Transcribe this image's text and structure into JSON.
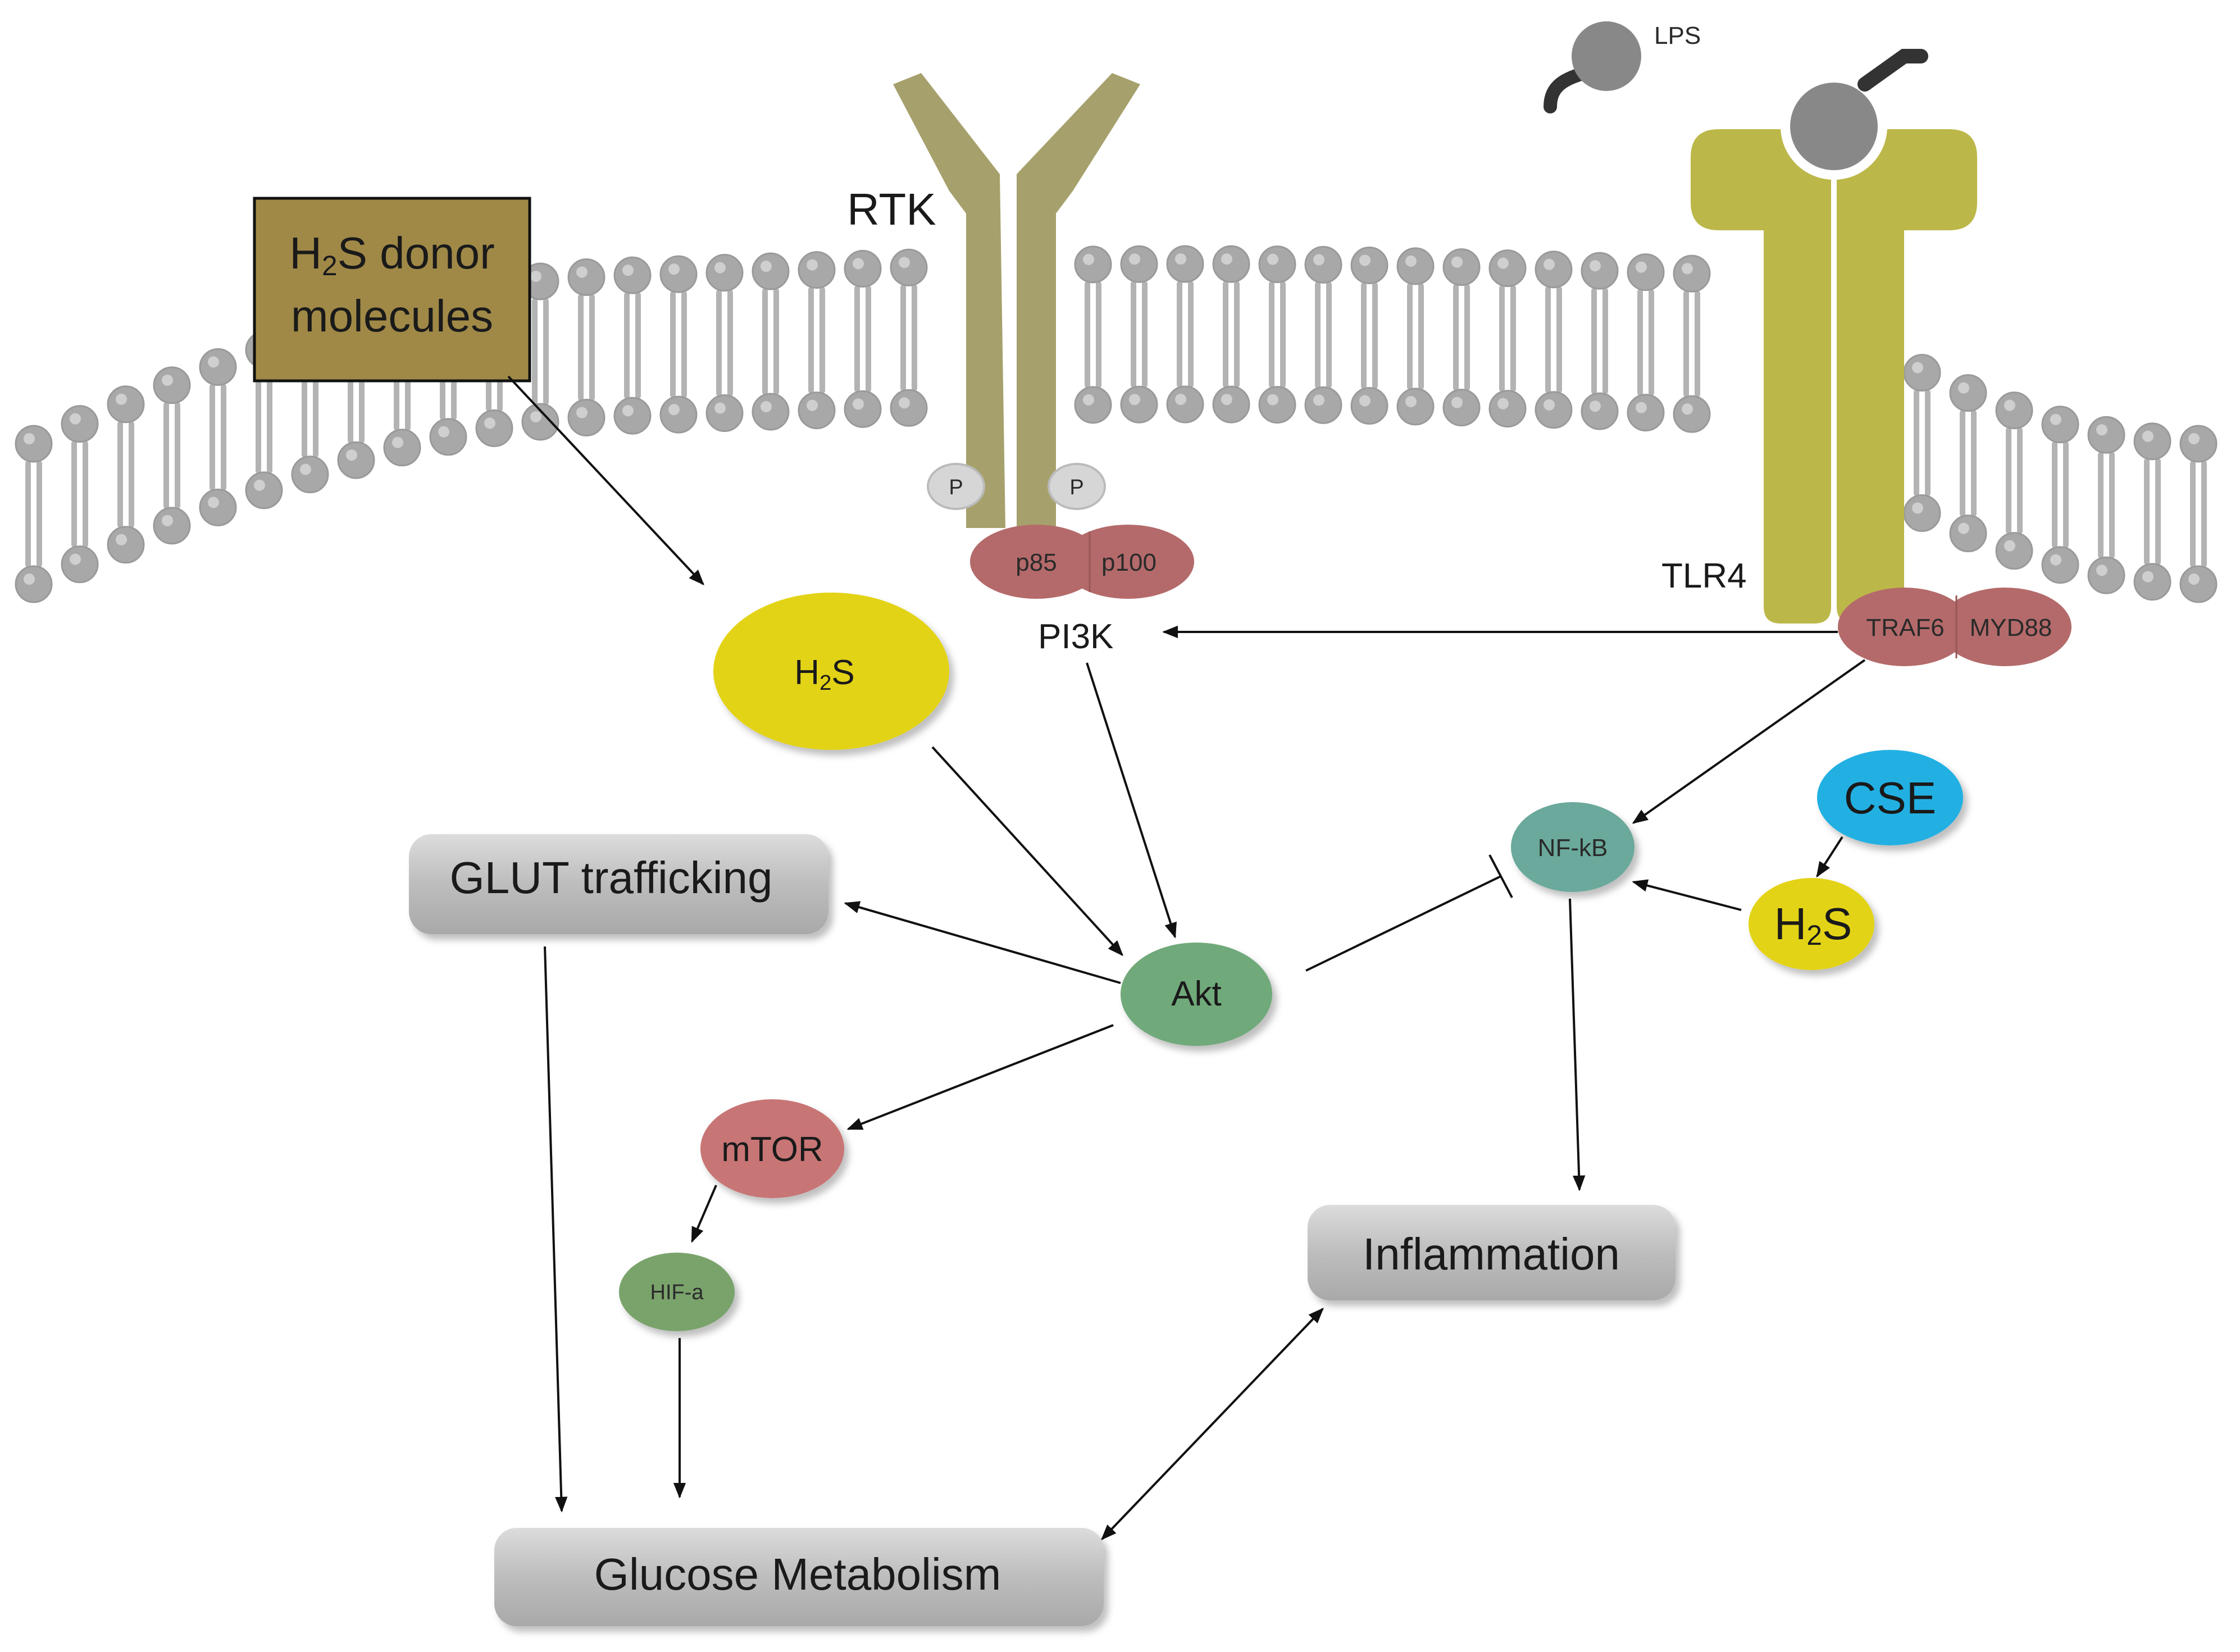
{
  "labels": {
    "lps": "LPS",
    "rtk": "RTK",
    "tlr4": "TLR4",
    "donor_box_line1_pre": "H",
    "donor_box_line1_sub": "2",
    "donor_box_line1_post": "S donor",
    "donor_box_line2": "molecules",
    "h2s_main_pre": "H",
    "h2s_main_sub": "2",
    "h2s_main_post": "S",
    "h2s_small_pre": "H",
    "h2s_small_sub": "2",
    "h2s_small_post": "S",
    "p_left": "P",
    "p_right": "P",
    "p85": "p85",
    "p100": "p100",
    "pi3k": "PI3K",
    "traf6": "TRAF6",
    "myd88": "MYD88",
    "cse": "CSE",
    "nfkb": "NF-kB",
    "akt": "Akt",
    "mtor": "mTOR",
    "hifa": "HIF-a",
    "glut": "GLUT trafficking",
    "inflammation": "Inflammation",
    "glucose": "Glucose Metabolism"
  },
  "colors": {
    "membrane": "#b3b3b3",
    "membrane_head": "#a6a6a6",
    "rtk": "#a6a16c",
    "tlr4": "#bcb749",
    "donor_box": "#a08947",
    "h2s": "#e3d319",
    "cse": "#22b0e3",
    "pi3k": "#b46a6a",
    "traf6_myd88": "#b46a6a",
    "nfkb": "#6aa99b",
    "akt": "#6fa97a",
    "mtor": "#c87575",
    "hifa": "#7aa36c",
    "lps": "#888888",
    "gray_box": "#c2c2c2"
  }
}
